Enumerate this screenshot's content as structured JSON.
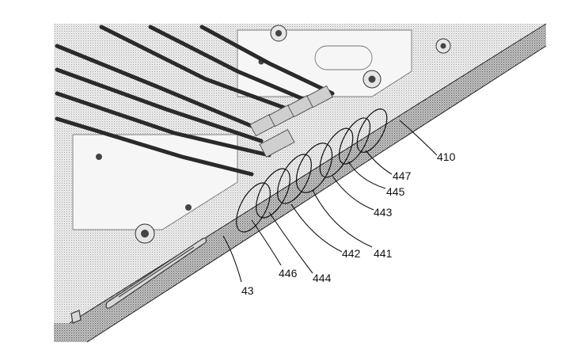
{
  "figure": {
    "labels": {
      "l410": "410",
      "l447": "447",
      "l445": "445",
      "l443": "443",
      "l441": "441",
      "l442": "442",
      "l444": "444",
      "l446": "446",
      "l43": "43"
    }
  }
}
